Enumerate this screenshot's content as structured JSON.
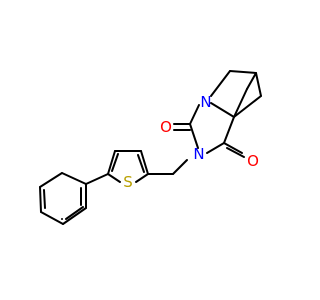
{
  "colors": {
    "bond": "#000000",
    "nitrogen": "#0000ff",
    "oxygen": "#ff0000",
    "sulfur": "#b8a000",
    "background": "#ffffff"
  },
  "atoms": {
    "n_bridgehead": "N",
    "n_imide": "N",
    "o_upper": "O",
    "o_lower": "O",
    "s_thiophene": "S"
  }
}
